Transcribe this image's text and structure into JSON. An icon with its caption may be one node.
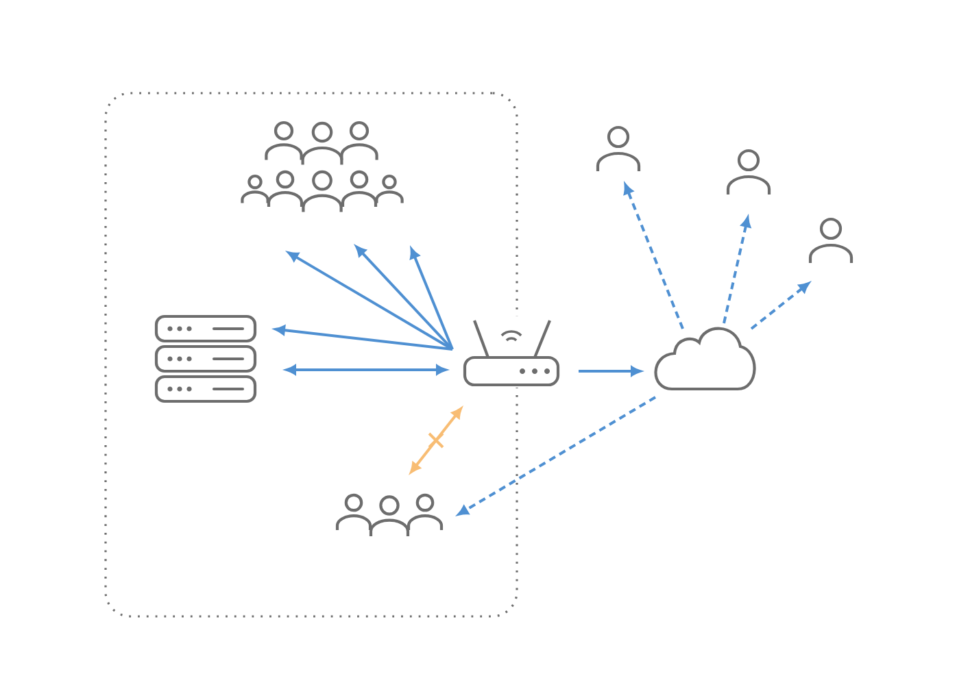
{
  "diagram": {
    "nodes": [
      {
        "text": [],
        "shape": "box"
      },
      {
        "text": [],
        "shape": "people",
        "in": 0
      },
      {
        "text": [],
        "shape": "server",
        "in": 0
      },
      {
        "text": [],
        "shape": "router"
      },
      {
        "text": [],
        "shape": "cloud"
      },
      {
        "text": [],
        "shape": "person"
      },
      {
        "text": [],
        "shape": "person"
      },
      {
        "text": [],
        "shape": "person"
      },
      {
        "text": [],
        "shape": "people",
        "in": 0
      }
    ],
    "edges": [
      {
        "from": 3,
        "to": 1,
        "arrow": "to"
      },
      {
        "from": 3,
        "to": 1,
        "arrow": "to"
      },
      {
        "from": 3,
        "to": 1,
        "arrow": "to"
      },
      {
        "from": 3,
        "to": 2,
        "arrow": "to"
      },
      {
        "from": 3,
        "to": 2,
        "arrow": "both"
      },
      {
        "from": 3,
        "to": 8,
        "arrow": "both",
        "color": "#f8bd74"
      },
      {
        "from": 3,
        "to": 4,
        "arrow": "to"
      },
      {
        "from": 4,
        "to": 5,
        "arrow": "to",
        "style": "dashed"
      },
      {
        "from": 4,
        "to": 6,
        "arrow": "to",
        "style": "dashed"
      },
      {
        "from": 4,
        "to": 7,
        "arrow": "to",
        "style": "dashed"
      },
      {
        "from": 4,
        "to": 8,
        "arrow": "to",
        "style": "dashed"
      }
    ]
  }
}
